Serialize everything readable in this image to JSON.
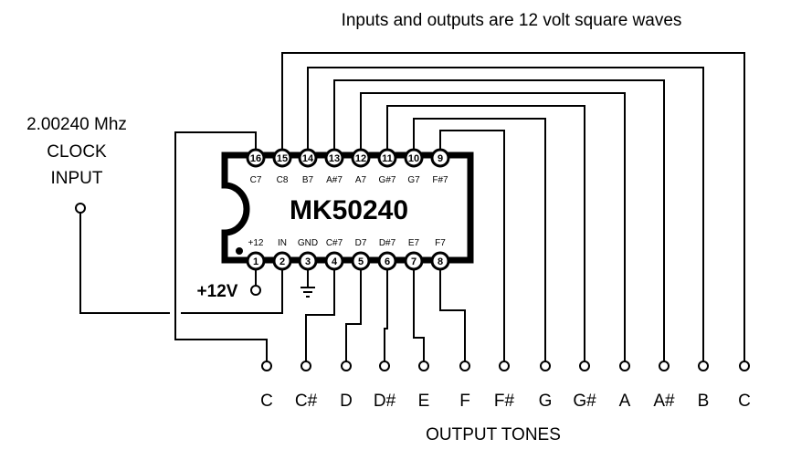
{
  "title": "Inputs and outputs are 12 volt square waves",
  "clock": {
    "line1": "2.00240 Mhz",
    "line2": "CLOCK",
    "line3": "INPUT"
  },
  "supply_label": "+12V",
  "chip": {
    "name": "MK50240",
    "top_pins": [
      {
        "num": "16",
        "label": "C7"
      },
      {
        "num": "15",
        "label": "C8"
      },
      {
        "num": "14",
        "label": "B7"
      },
      {
        "num": "13",
        "label": "A#7"
      },
      {
        "num": "12",
        "label": "A7"
      },
      {
        "num": "11",
        "label": "G#7"
      },
      {
        "num": "10",
        "label": "G7"
      },
      {
        "num": "9",
        "label": "F#7"
      }
    ],
    "bottom_pins": [
      {
        "num": "1",
        "label": "+12"
      },
      {
        "num": "2",
        "label": "IN"
      },
      {
        "num": "3",
        "label": "GND"
      },
      {
        "num": "4",
        "label": "C#7"
      },
      {
        "num": "5",
        "label": "D7"
      },
      {
        "num": "6",
        "label": "D#7"
      },
      {
        "num": "7",
        "label": "E7"
      },
      {
        "num": "8",
        "label": "F7"
      }
    ]
  },
  "outputs": [
    "C",
    "C#",
    "D",
    "D#",
    "E",
    "F",
    "F#",
    "G",
    "G#",
    "A",
    "A#",
    "B",
    "C"
  ],
  "outputs_label": "OUTPUT TONES",
  "colors": {
    "ink": "#000000",
    "background": "#ffffff"
  }
}
